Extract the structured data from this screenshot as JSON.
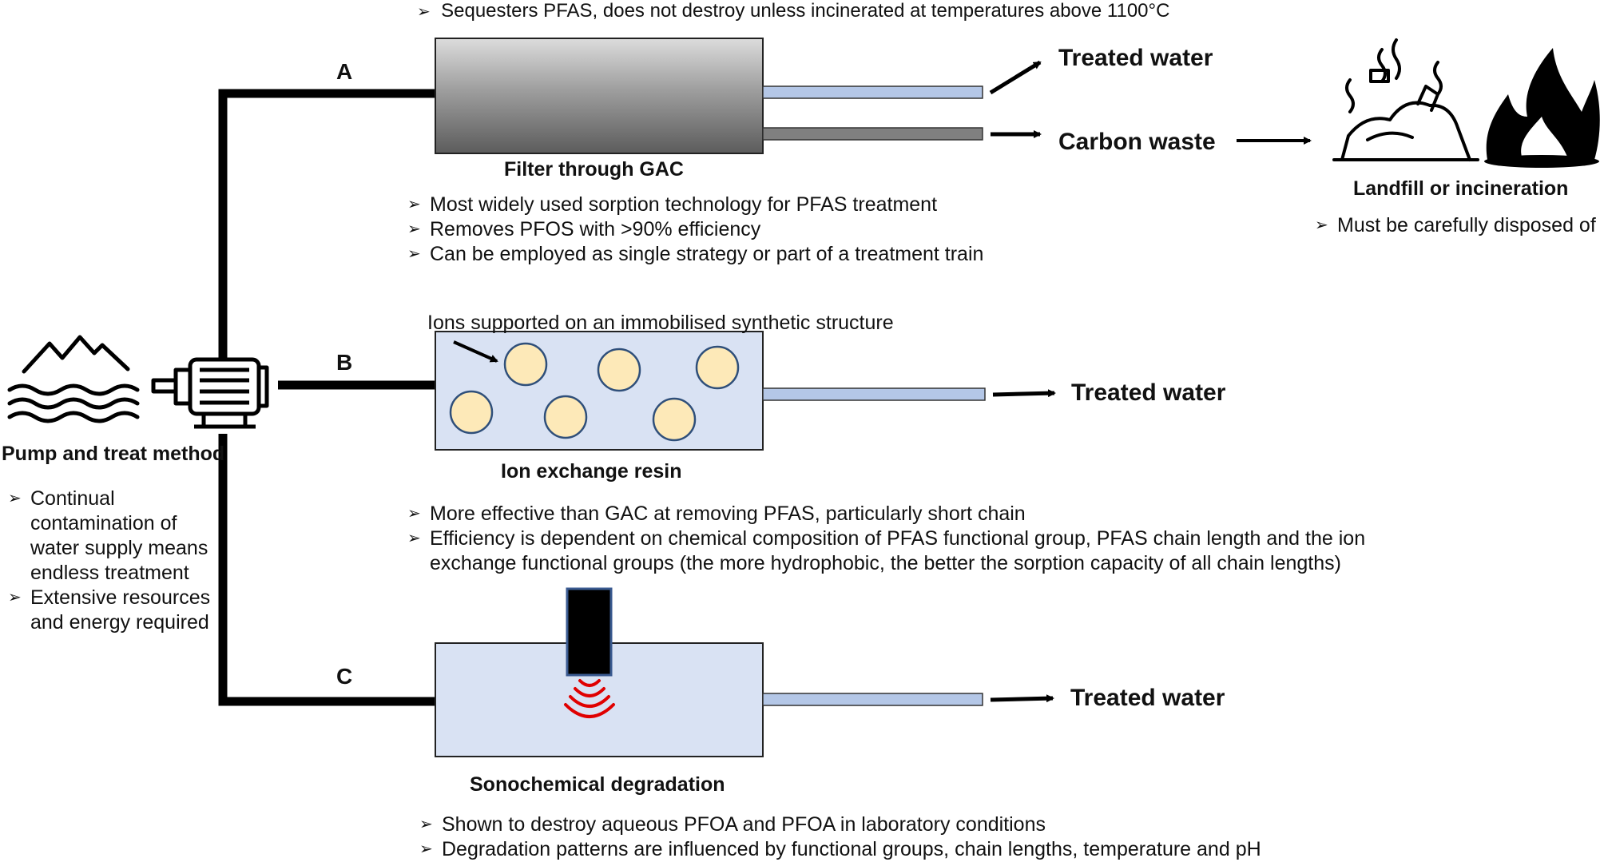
{
  "top_note": "Sequesters PFAS, does not destroy unless incinerated at temperatures above 1100°C",
  "bullet_marker": "➢",
  "pump": {
    "title": "Pump and treat method",
    "bullets": [
      [
        "Continual",
        "contamination of",
        "water supply means",
        "endless treatment"
      ],
      [
        "Extensive resources",
        "and energy required"
      ]
    ]
  },
  "branch_a": {
    "letter": "A",
    "unit_label": "Filter through GAC",
    "output_treated": "Treated water",
    "output_waste": "Carbon waste",
    "bullets": [
      "Most widely used sorption technology for PFAS treatment",
      "Removes PFOS with >90% efficiency",
      "Can be employed as single strategy or part of a treatment train"
    ]
  },
  "disposal": {
    "title": "Landfill or incineration",
    "bullet": "Must be carefully disposed of"
  },
  "branch_b": {
    "letter": "B",
    "unit_label": "Ion exchange resin",
    "annotation": "Ions supported on an immobilised synthetic structure",
    "output_treated": "Treated water",
    "bullets": [
      [
        "More effective than GAC at removing PFAS, particularly short chain"
      ],
      [
        "Efficiency is dependent on chemical composition of PFAS functional group, PFAS chain length and the ion",
        "exchange functional groups (the more hydrophobic, the better the sorption capacity of all chain lengths)"
      ]
    ]
  },
  "branch_c": {
    "letter": "C",
    "unit_label": "Sonochemical degradation",
    "output_treated": "Treated water",
    "bullets": [
      "Shown to destroy aqueous PFOA and PFOA in laboratory conditions",
      "Degradation patterns are influenced by functional groups, chain lengths, temperature and pH"
    ]
  },
  "colors": {
    "pipe": "#000000",
    "tank_fill": "#d9e2f3",
    "bead_fill": "#fde9b8",
    "bead_stroke": "#2f4f7a",
    "outlet_light": "#b4c7e7",
    "outlet_dark": "#808080",
    "wave_red": "#e00000"
  },
  "icons": [
    "water-body-icon",
    "pump-motor-icon",
    "landfill-icon",
    "incineration-fire-icon",
    "ultrasonic-probe-icon"
  ]
}
